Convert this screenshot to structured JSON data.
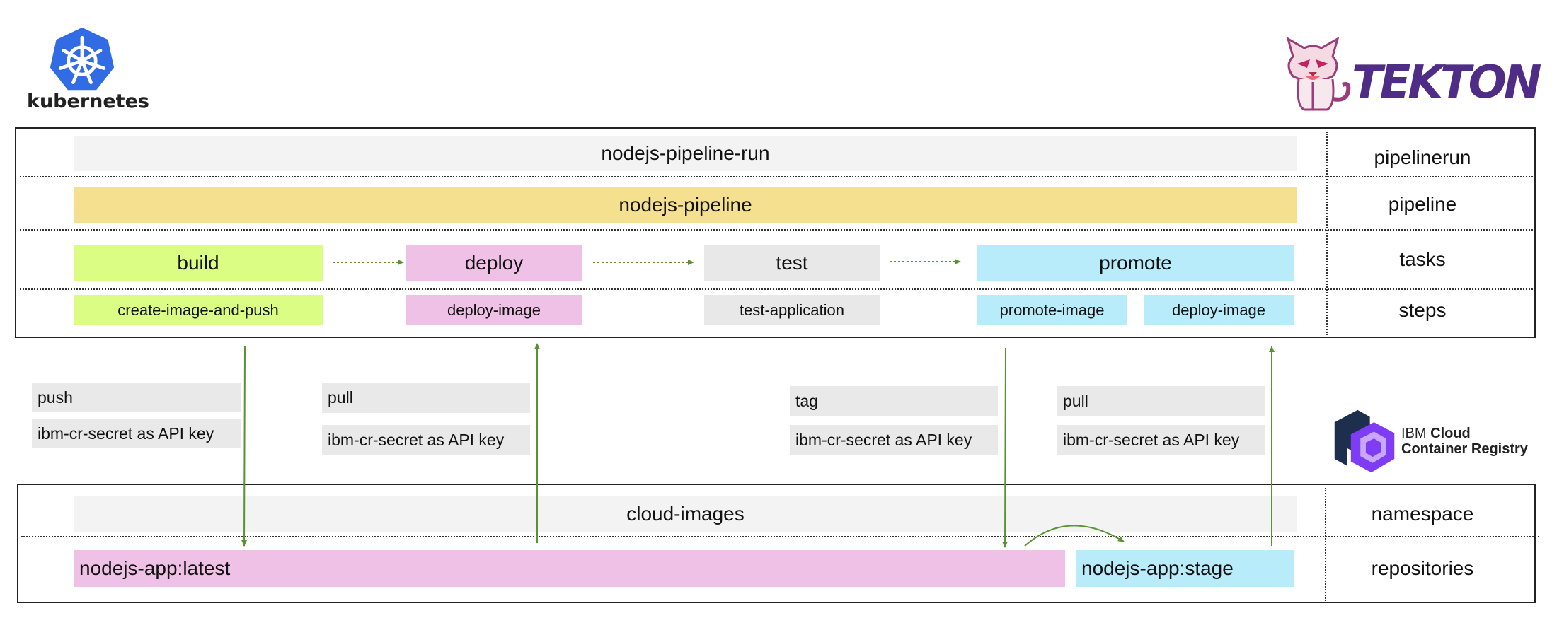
{
  "logos": {
    "kubernetes": "kubernetes",
    "tekton": "TEKTON",
    "ibm_line1_a": "IBM",
    "ibm_line1_b": "Cloud",
    "ibm_line2": "Container Registry"
  },
  "tekton_section": {
    "pipelinerun": "nodejs-pipeline-run",
    "pipeline": "nodejs-pipeline",
    "tasks": [
      "build",
      "deploy",
      "test",
      "promote"
    ],
    "steps": [
      "create-image-and-push",
      "deploy-image",
      "test-application",
      "promote-image",
      "deploy-image"
    ],
    "row_labels": [
      "pipelinerun",
      "pipeline",
      "tasks",
      "steps"
    ]
  },
  "auth": [
    {
      "action": "push",
      "secret": "ibm-cr-secret as API key"
    },
    {
      "action": "pull",
      "secret": "ibm-cr-secret as API key"
    },
    {
      "action": "tag",
      "secret": "ibm-cr-secret as API key"
    },
    {
      "action": "pull",
      "secret": "ibm-cr-secret as API key"
    }
  ],
  "registry_section": {
    "namespace": "cloud-images",
    "repos": [
      "nodejs-app:latest",
      "nodejs-app:stage"
    ],
    "row_labels": [
      "namespace",
      "repositories"
    ]
  },
  "colors": {
    "pipelinerun_bg": "#f3f3f3",
    "pipeline_bg": "#f5e08f",
    "build_bg": "#dbfd84",
    "deploy_bg": "#efc1e6",
    "test_bg": "#e8e8e8",
    "promote_bg": "#b9ecfb",
    "auth_bg": "#e9e9e9",
    "arrow": "#5a9134",
    "k8s_blue": "#326ce5"
  }
}
